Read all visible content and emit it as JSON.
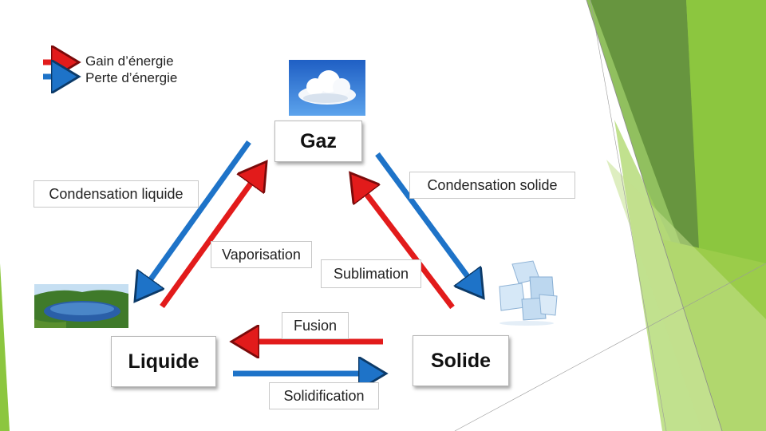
{
  "legend": {
    "gain_label": "Gain d’énergie",
    "loss_label": "Perte d’énergie",
    "gain_color": "#e21b1b",
    "loss_color": "#1e73c8"
  },
  "states": {
    "gas": "Gaz",
    "liquid": "Liquide",
    "solid": "Solide"
  },
  "processes": {
    "condensation_liquide": "Condensation liquide",
    "condensation_solide": "Condensation solide",
    "vaporisation": "Vaporisation",
    "sublimation": "Sublimation",
    "fusion": "Fusion",
    "solidification": "Solidification"
  },
  "images": {
    "gas": "cloud-image",
    "liquid": "lake-image",
    "solid": "ice-cubes-image"
  },
  "theme": {
    "accent_green": "#8cc63f",
    "dark_green": "#6a9a3a"
  }
}
